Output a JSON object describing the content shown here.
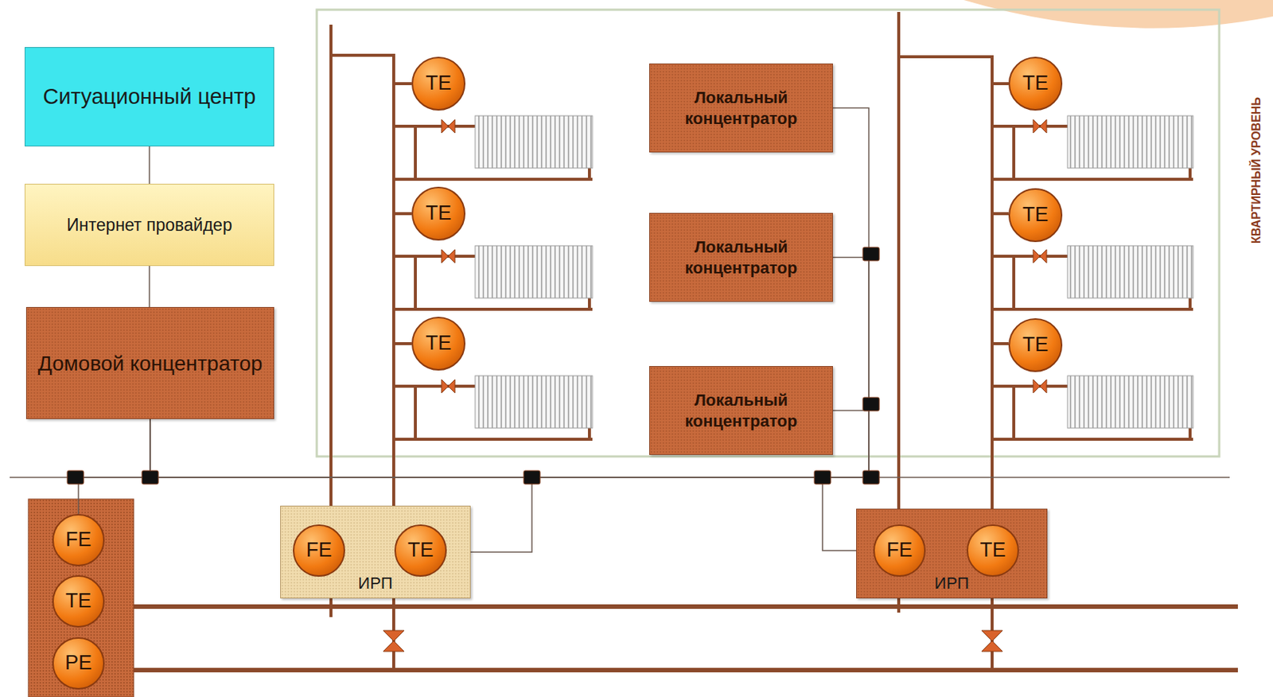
{
  "diagram": {
    "nodes": [
      {
        "text": [
          "Ситуационный центр"
        ]
      },
      {
        "text": [
          "Интернет провайдер"
        ]
      },
      {
        "text": [
          "Домовой концентратор"
        ]
      },
      {
        "text": [
          "TE"
        ]
      },
      {
        "text": [
          "TE"
        ]
      },
      {
        "text": [
          "TE"
        ]
      },
      {
        "text": [
          "Локальный концентратор"
        ]
      },
      {
        "text": [
          "Локальный концентратор"
        ]
      },
      {
        "text": [
          "Локальный концентратор"
        ]
      },
      {
        "text": [
          "TE"
        ]
      },
      {
        "text": [
          "TE"
        ]
      },
      {
        "text": [
          "TE"
        ]
      },
      {
        "text": [
          "FE"
        ]
      },
      {
        "text": [
          "TE"
        ]
      },
      {
        "text": [
          "PE"
        ]
      },
      {
        "text": [
          "ИРП"
        ]
      },
      {
        "text": [
          "FE"
        ],
        "in": 15
      },
      {
        "text": [
          "TE"
        ],
        "in": 15
      },
      {
        "text": [
          "ИРП"
        ]
      },
      {
        "text": [
          "FE"
        ],
        "in": 18
      },
      {
        "text": [
          "TE"
        ],
        "in": 18
      }
    ],
    "edges": [
      {
        "from": 0,
        "to": 1,
        "arrow": "none"
      },
      {
        "from": 1,
        "to": 2,
        "arrow": "none"
      },
      {
        "from": 2,
        "to": 12,
        "arrow": "none"
      },
      {
        "from": 2,
        "to": 15,
        "arrow": "none"
      },
      {
        "from": 2,
        "to": 19,
        "arrow": "none"
      },
      {
        "from": 2,
        "to": 6,
        "arrow": "none"
      },
      {
        "from": 2,
        "to": 7,
        "arrow": "none"
      },
      {
        "from": 2,
        "to": 8,
        "arrow": "none"
      }
    ],
    "labels": [
      "КВАРТИРНЫЙ УРОВЕНЬ"
    ]
  }
}
